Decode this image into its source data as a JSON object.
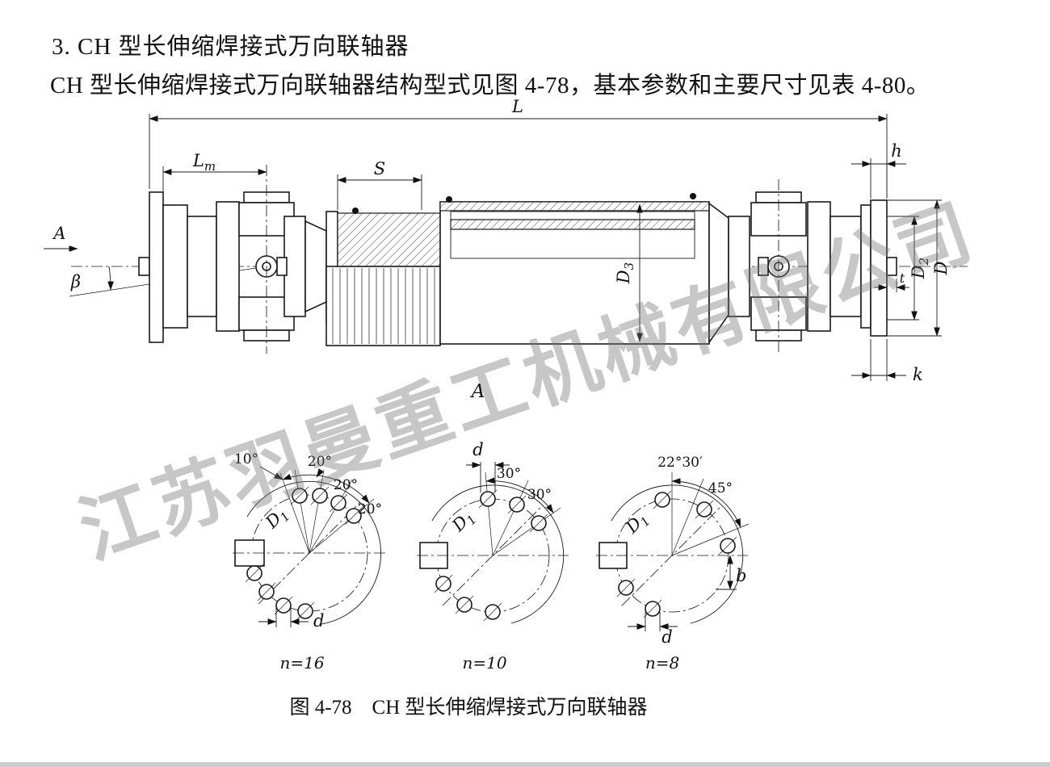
{
  "page": {
    "heading": "3. CH 型长伸缩焊接式万向联轴器",
    "intro": "CH 型长伸缩焊接式万向联轴器结构型式见图 4-78，基本参数和主要尺寸见表 4-80。",
    "caption": "图 4-78　CH 型长伸缩焊接式万向联轴器",
    "watermark": "江苏羽曼重工机械有限公司"
  },
  "dims": {
    "L": "L",
    "Lm_base": "L",
    "Lm_sub": "m",
    "S": "S",
    "h": "h",
    "view_arrow": "A",
    "beta": "β",
    "D3_base": "D",
    "D3_sub": "3",
    "D2_base": "D",
    "D2_sub": "2",
    "D": "D",
    "t": "t",
    "k": "k",
    "section": "A"
  },
  "bolt_views": [
    {
      "angle1": "10°",
      "angle2": "20°",
      "angle3": "20°",
      "angle4": "20°",
      "circle_base": "D",
      "circle_sub": "1",
      "hole_d": "d",
      "count": "n=16"
    },
    {
      "hole_d": "d",
      "angle1": "30°",
      "angle2": "30°",
      "circle_base": "D",
      "circle_sub": "1",
      "count": "n=10"
    },
    {
      "angle1": "22°30′",
      "angle2": "45°",
      "circle_base": "D",
      "circle_sub": "1",
      "width": "b",
      "hole_d": "d",
      "count": "n=8"
    }
  ]
}
